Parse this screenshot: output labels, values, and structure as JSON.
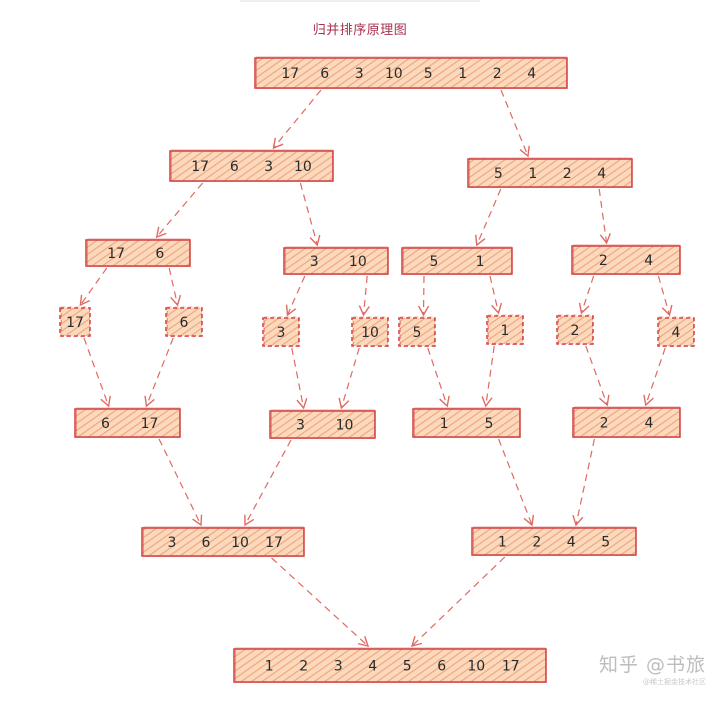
{
  "title": "归并排序原理图",
  "colors": {
    "box_fill": "#f8c9a3",
    "box_stroke": "#d64b4b",
    "arrow": "#df6a62",
    "title": "#a8304f"
  },
  "levels": [
    {
      "name": "input",
      "boxes": [
        {
          "values": [
            "17",
            "6",
            "3",
            "10",
            "5",
            "1",
            "2",
            "4"
          ]
        }
      ]
    },
    {
      "name": "split-1",
      "boxes": [
        {
          "values": [
            "17",
            "6",
            "3",
            "10"
          ]
        },
        {
          "values": [
            "5",
            "1",
            "2",
            "4"
          ]
        }
      ]
    },
    {
      "name": "split-2",
      "boxes": [
        {
          "values": [
            "17",
            "6"
          ]
        },
        {
          "values": [
            "3",
            "10"
          ]
        },
        {
          "values": [
            "5",
            "1"
          ]
        },
        {
          "values": [
            "2",
            "4"
          ]
        }
      ]
    },
    {
      "name": "singles",
      "boxes": [
        {
          "values": [
            "17"
          ]
        },
        {
          "values": [
            "6"
          ]
        },
        {
          "values": [
            "3"
          ]
        },
        {
          "values": [
            "10"
          ]
        },
        {
          "values": [
            "5"
          ]
        },
        {
          "values": [
            "1"
          ]
        },
        {
          "values": [
            "2"
          ]
        },
        {
          "values": [
            "4"
          ]
        }
      ]
    },
    {
      "name": "merge-1",
      "boxes": [
        {
          "values": [
            "6",
            "17"
          ]
        },
        {
          "values": [
            "3",
            "10"
          ]
        },
        {
          "values": [
            "1",
            "5"
          ]
        },
        {
          "values": [
            "2",
            "4"
          ]
        }
      ]
    },
    {
      "name": "merge-2",
      "boxes": [
        {
          "values": [
            "3",
            "6",
            "10",
            "17"
          ]
        },
        {
          "values": [
            "1",
            "2",
            "4",
            "5"
          ]
        }
      ]
    },
    {
      "name": "output",
      "boxes": [
        {
          "values": [
            "1",
            "2",
            "3",
            "4",
            "5",
            "6",
            "10",
            "17"
          ]
        }
      ]
    }
  ],
  "watermark": {
    "main": "知乎 @书旅",
    "sub": "@稀土掘金技术社区"
  }
}
